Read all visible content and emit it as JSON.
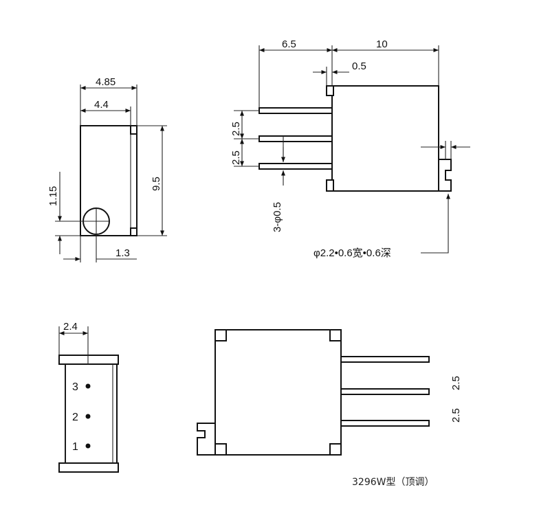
{
  "side_view": {
    "dim_width_outer": "4.85",
    "dim_width_inner": "4.4",
    "dim_height": "9.5",
    "dim_knob_offset": "1.15",
    "dim_knob_x": "1.3"
  },
  "front_view": {
    "dim_pin_to_body": "6.5",
    "dim_body_depth": "10",
    "dim_lip": "0.5",
    "dim_pin_pitch_1": "2.5",
    "dim_pin_pitch_2": "2.5",
    "dim_pin_dia": "3-φ0.5",
    "slot_note": "φ2.2•0.6宽•0.6深"
  },
  "end_view": {
    "dim_pin_offset": "2.4",
    "pin_labels": [
      "3",
      "2",
      "1"
    ]
  },
  "top_view": {
    "dim_pitch_1": "2.5",
    "dim_pitch_2": "2.5"
  },
  "caption": "3296W型（顶调）"
}
